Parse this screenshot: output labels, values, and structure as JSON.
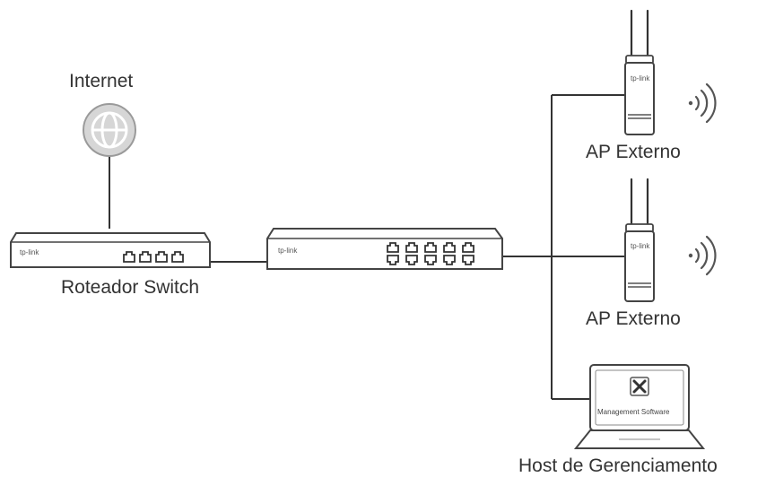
{
  "labels": {
    "internet": "Internet",
    "router": "Roteador Switch",
    "ap_top": "AP Externo",
    "ap_bottom": "AP Externo",
    "host": "Host de Gerenciamento"
  },
  "devices": {
    "router_brand": "tp-link",
    "switch_brand": "tp-link",
    "ap_brand": "tp-link",
    "screen_text": "Management Software"
  },
  "colors": {
    "line": "#333333",
    "device_stroke": "#444444",
    "device_fill": "#ffffff",
    "globe_fill": "#d6d6d6",
    "icon_stroke": "#555555"
  },
  "icons": {
    "internet": "globe-icon",
    "wifi": "wifi-signal-icon",
    "software": "tools-icon"
  }
}
